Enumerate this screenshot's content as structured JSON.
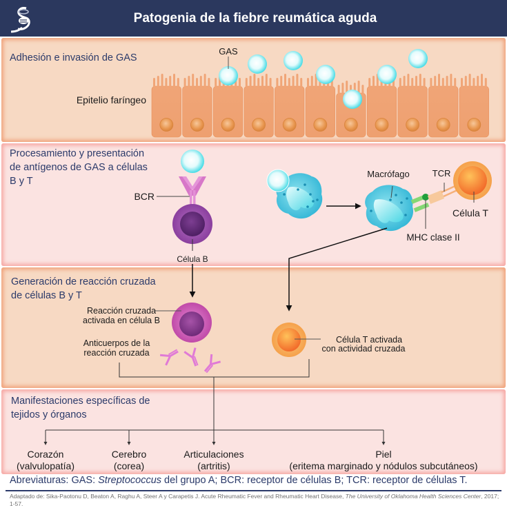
{
  "header": {
    "title": "Patogenia de la fiebre reumática aguda",
    "logo_icon": "society-logo-icon"
  },
  "sections": [
    {
      "title": "Adhesión e invasión de GAS",
      "labels": {
        "gas": "GAS",
        "epithelium": "Epitelio faríngeo"
      }
    },
    {
      "title_lines": [
        "Procesamiento y presentación",
        "de antígenos de GAS a células",
        "B y T"
      ],
      "labels": {
        "bcr": "BCR",
        "b_cell": "Célula B",
        "macrophage": "Macrófago",
        "tcr": "TCR",
        "t_cell": "Célula T",
        "mhc": "MHC clase II"
      }
    },
    {
      "title_lines": [
        "Generación de reacción cruzada",
        "de células B y T"
      ],
      "labels": {
        "b_cross_lines": [
          "Reacción cruzada",
          "activada en célula B"
        ],
        "antibodies_lines": [
          "Anticuerpos de la",
          "reacción cruzada"
        ],
        "t_cross_lines": [
          "Célula T activada",
          "con actividad cruzada"
        ]
      }
    },
    {
      "title_lines": [
        "Manifestaciones específicas de",
        "tejidos y órganos"
      ],
      "outcomes": [
        {
          "name": "Corazón",
          "detail": "(valvulopatía)"
        },
        {
          "name": "Cerebro",
          "detail": "(corea)"
        },
        {
          "name": "Articulaciones",
          "detail": "(artritis)"
        },
        {
          "name": "Piel",
          "detail": "(eritema marginado y nódulos subcutáneos)"
        }
      ]
    }
  ],
  "abbreviations": {
    "prefix": "Abreviaturas: GAS: ",
    "italic": "Streptococcus",
    "suffix": " del grupo A; BCR: receptor de células B; TCR: receptor de células T."
  },
  "citation": {
    "text": "Adaptado de: Sika-Paotonu D, Beaton A, Raghu A, Steer A y Carapetis J. Acute Rheumatic Fever and Rheumatic Heart Disease, ",
    "journal": "The University of Oklahoma Health Sciences Center",
    "tail": ", 2017; 1-57."
  },
  "colors": {
    "header_bg": "#2b385e",
    "title_text": "#2b3a6a",
    "peach_bg": "#f7d9c3",
    "pink_bg": "#fbe3e1",
    "bacteria": "#4fe0e8",
    "b_cell": "#8a3f9e",
    "activated_b_cell": "#c04aa8",
    "t_cell": "#f7903a",
    "macrophage": "#3cc0dc",
    "antibody": "#e07ad6",
    "mhc": "#7fd87a"
  }
}
